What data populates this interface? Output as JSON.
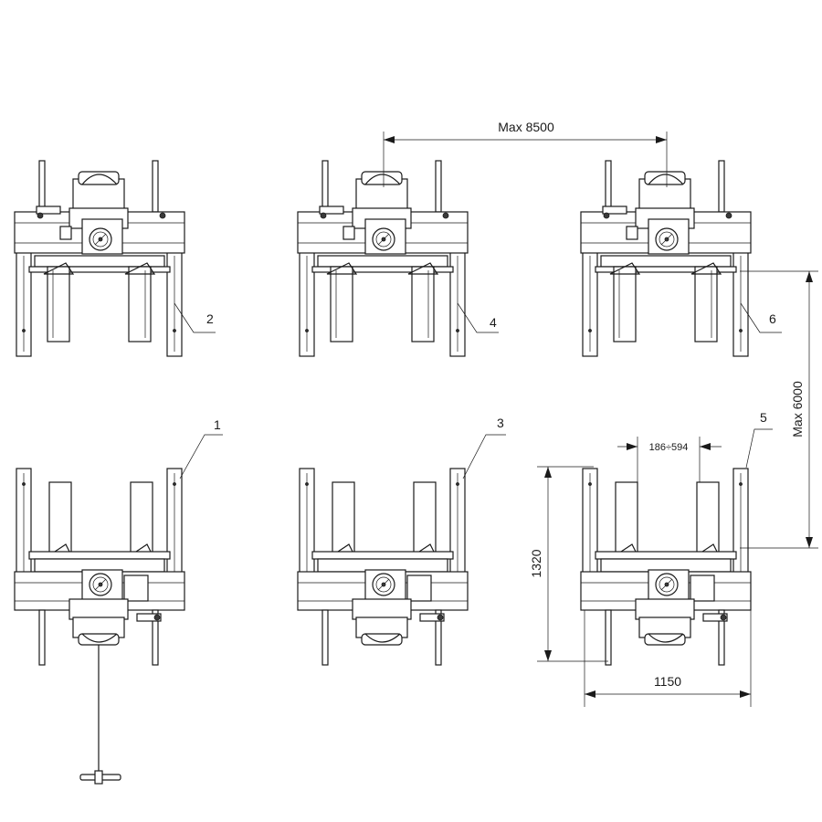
{
  "callouts": {
    "c1": "1",
    "c2": "2",
    "c3": "3",
    "c4": "4",
    "c5": "5",
    "c6": "6"
  },
  "dimensions": {
    "max_width": "Max 8500",
    "max_height": "Max 6000",
    "gap": "186÷594",
    "height": "1320",
    "width": "1150"
  }
}
